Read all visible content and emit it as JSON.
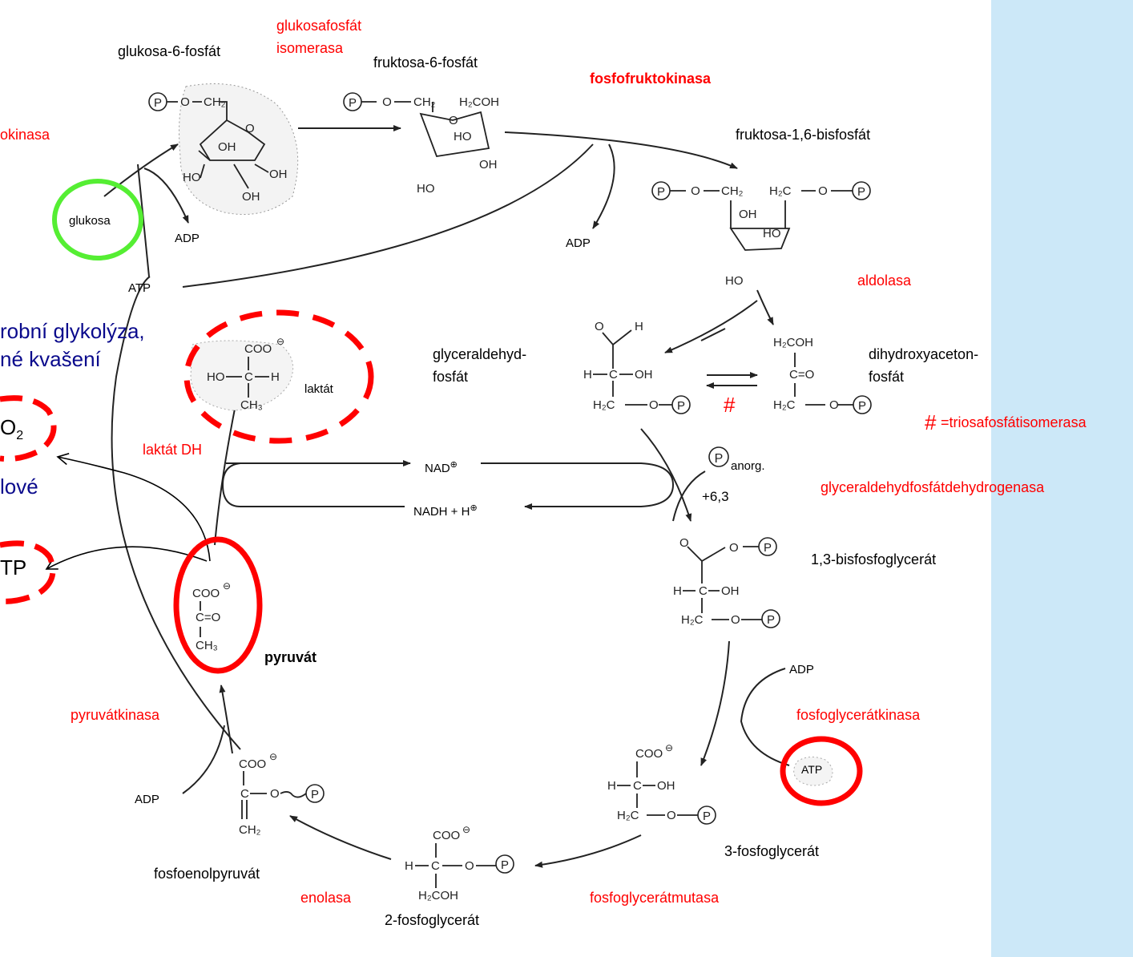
{
  "colors": {
    "enzyme": "#ff0000",
    "compound": "#000000",
    "note": "#0a0a8c",
    "highlight_red": "#ff0000",
    "highlight_green": "#55ee33",
    "side_panel": "#cce8f8"
  },
  "compounds": {
    "g6p": "glukosa-6-fosfát",
    "f6p": "fruktosa-6-fosfát",
    "f16bp": "fruktosa-1,6-bisfosfát",
    "gap_1": "glyceraldehyd-",
    "gap_2": "fosfát",
    "dhap_1": "dihydroxyaceton-",
    "dhap_2": "fosfát",
    "bpg13": "1,3-bisfosfoglycerát",
    "pg3": "3-fosfoglycerát",
    "pg2": "2-fosfoglycerát",
    "pep": "fosfoenolpyruvát",
    "pyruvate": "pyruvát",
    "glucose": "glukosa",
    "lactate": "laktát"
  },
  "enzymes": {
    "gpi_1": "glukosafosfát",
    "gpi_2": "isomerasa",
    "pfk": "fosfofruktokinasa",
    "hexokinase_partial": "okinasa",
    "aldolase": "aldolasa",
    "tpi_symbol": "#",
    "tpi_note_symbol": "#",
    "tpi_note": "=triosafosfátisomerasa",
    "gapdh": "glyceraldehydfosfátdehydrogenasa",
    "pgk": "fosfoglycerátkinasa",
    "pgm": "fosfoglycerátmutasa",
    "enolase": "enolasa",
    "pk": "pyruvátkinasa",
    "ldh": "laktát DH"
  },
  "cofactors": {
    "atp": "ATP",
    "adp": "ADP",
    "nad": "NAD",
    "nadh": "NADH + H",
    "pi": "anorg.",
    "energy": "+6,3"
  },
  "notes": {
    "line1": "robní glykolýza,",
    "line2": "né kvašení",
    "co2_main": "O",
    "co2_sub": "2",
    "line3": "lové",
    "atp_partial": "TP"
  },
  "structures": {
    "p": "P",
    "o": "O",
    "oh": "OH",
    "ho": "HO",
    "ch2": "CH₂",
    "h2c": "H₂C",
    "h2coh": "H₂COH",
    "coo": "COO",
    "h": "H",
    "c": "C",
    "c_o": "C=O",
    "ch3": "CH₃",
    "minus": "⊖",
    "plus": "⊕"
  }
}
